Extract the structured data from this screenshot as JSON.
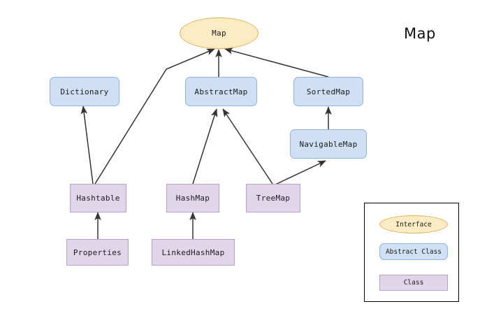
{
  "title": "Map",
  "colors": {
    "interface_fill": "#fdebc4",
    "interface_border": "#d9b459",
    "abstract_fill": "#cfe0f5",
    "abstract_border": "#8fb4e0",
    "class_fill": "#e1d5ea",
    "class_border": "#b9a0c9",
    "edge": "#333333",
    "legend_border": "#000000",
    "background": "#ffffff"
  },
  "nodes": {
    "map": "Map",
    "dictionary": "Dictionary",
    "abstract_map": "AbstractMap",
    "sorted_map": "SortedMap",
    "navigable_map": "NavigableMap",
    "hashtable": "Hashtable",
    "hash_map": "HashMap",
    "tree_map": "TreeMap",
    "properties": "Properties",
    "linked_hash_map": "LinkedHashMap"
  },
  "legend": {
    "interface": "Interface",
    "abstract_class": "Abstract Class",
    "class": "Class"
  },
  "edges": [
    {
      "from": "Hashtable",
      "to": "Dictionary"
    },
    {
      "from": "Hashtable",
      "to": "Map"
    },
    {
      "from": "AbstractMap",
      "to": "Map"
    },
    {
      "from": "SortedMap",
      "to": "Map"
    },
    {
      "from": "HashMap",
      "to": "AbstractMap"
    },
    {
      "from": "TreeMap",
      "to": "AbstractMap"
    },
    {
      "from": "TreeMap",
      "to": "NavigableMap"
    },
    {
      "from": "NavigableMap",
      "to": "SortedMap"
    },
    {
      "from": "Properties",
      "to": "Hashtable"
    },
    {
      "from": "LinkedHashMap",
      "to": "HashMap"
    }
  ]
}
